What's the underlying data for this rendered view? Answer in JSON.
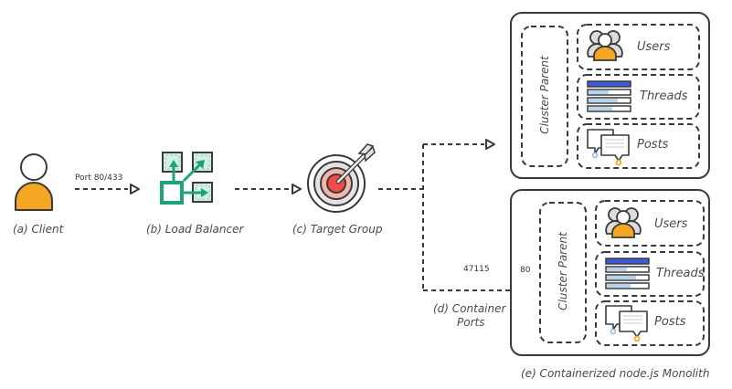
{
  "nodes": {
    "client": {
      "label": "(a) Client",
      "icon": "user-icon"
    },
    "load_balancer": {
      "label": "(b) Load Balancer",
      "icon": "load-balancer-icon"
    },
    "target_group": {
      "label": "(c) Target Group",
      "icon": "target-icon"
    },
    "container_ports": {
      "label_line1": "(d) Container",
      "label_line2": "Ports"
    },
    "monolith": {
      "label": "(e) Containerized node.js Monolith"
    }
  },
  "edges": {
    "client_to_lb": {
      "label": "Port 80/433"
    },
    "host_port": {
      "label": "47115"
    },
    "container_port": {
      "label": "80"
    }
  },
  "clusters": [
    {
      "parent_label": "Cluster Parent",
      "components": [
        {
          "label": "Users",
          "icon": "users-icon"
        },
        {
          "label": "Threads",
          "icon": "threads-icon"
        },
        {
          "label": "Posts",
          "icon": "posts-icon"
        }
      ]
    },
    {
      "parent_label": "Cluster Parent",
      "components": [
        {
          "label": "Users",
          "icon": "users-icon"
        },
        {
          "label": "Threads",
          "icon": "threads-icon"
        },
        {
          "label": "Posts",
          "icon": "posts-icon"
        }
      ]
    }
  ],
  "colors": {
    "orange": "#f5a623",
    "green": "#1fa37a",
    "green_light": "#d4efe4",
    "red": "#ef4b4b",
    "pink": "#f6b3aa",
    "blue": "#3b5bdb",
    "blue_light": "#b8d4ec",
    "stroke": "#3a3a3a"
  }
}
